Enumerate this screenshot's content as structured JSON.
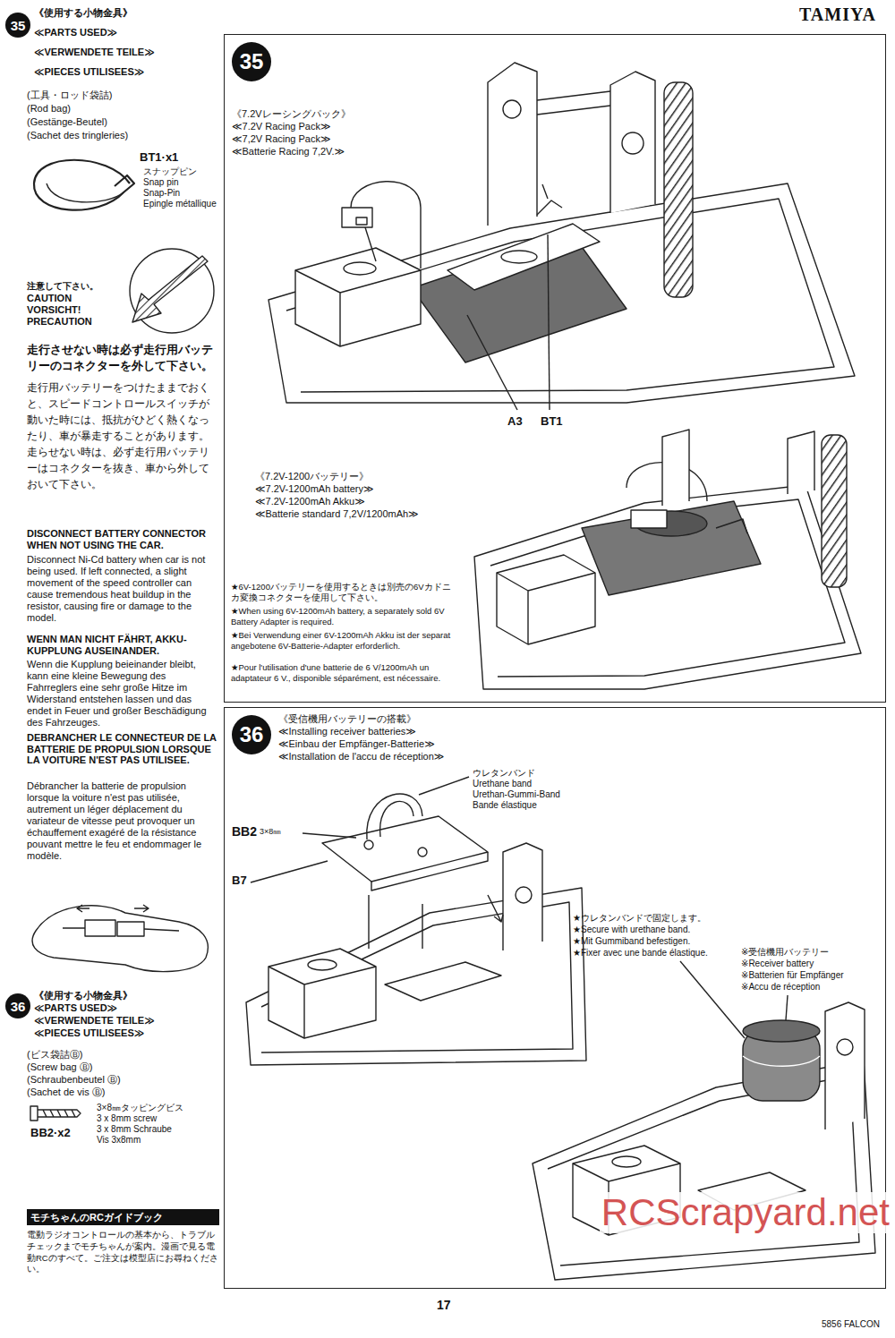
{
  "diagram": {
    "nodes": [
      {
        "text": [
          "35"
        ]
      },
      {
        "text": [
          "《7.2Vレーシングパック》",
          "≪7.2V Racing Pack≫",
          "≪7,2V Racing Pack≫",
          "≪Batterie Racing 7,2V.≫"
        ]
      },
      {
        "text": [
          "35"
        ],
        "in": 1
      },
      {
        "text": [
          "《受信機用バッテリーの搭載》",
          "≪Installing receiver batteries≫",
          "≪Einbau der Empfänger-Batterie≫",
          "≪Installation de l'accu de réception≫"
        ]
      },
      {
        "text": [
          "36"
        ],
        "in": 3
      },
      {
        "text": [
          "36"
        ]
      },
      {
        "text": [
          "モチちゃんのRCガイドブック"
        ]
      }
    ],
    "labels": [
      "《使用する小物金具》",
      "≪PARTS USED≫",
      "≪VERWENDETE TEILE≫",
      "≪PIECES UTILISEES≫",
      "(工具・ロッド袋詰)",
      "(Rod bag)",
      "(Gestänge-Beutel)",
      "(Sachet des tringleries)",
      "BT1·x1",
      "スナップピン",
      "Snap pin",
      "Snap-Pin",
      "Epingle métallique",
      "注意して下さい。",
      "CAUTION",
      "VORSICHT!",
      "PRECAUTION",
      "走行させない時は必ず走行用バッテリーのコネクターを外して下さい。",
      "走行用バッテリーをつけたままでおくと、スピードコントロールスイッチが動いた時には、抵抗がひどく熱くなったり、車が暴走することがあります。走らせない時は、必ず走行用バッテリーはコネクターを抜き、車から外しておいて下さい。",
      "DISCONNECT BATTERY CONNECTOR WHEN NOT USING THE CAR.",
      "Disconnect Ni-Cd battery when car is not being used. If left connected, a slight movement of the speed controller can cause tremendous heat buildup in the resistor, causing fire or damage to the model.",
      "WENN MAN NICHT FÄHRT, AKKU-KUPPLUNG AUSEINANDER.",
      "Wenn die Kupplung beieinander bleibt, kann eine kleine Bewegung des Fahrreglers eine sehr große Hitze im Widerstand entstehen lassen und das endet in Feuer und großer Beschädigung des Fahrzeuges.",
      "DEBRANCHER LE CONNECTEUR DE LA BATTERIE DE PROPULSION LORSQUE LA VOITURE N'EST PAS UTILISEE.",
      "Débrancher la batterie de propulsion lorsque la voiture n'est pas utilisée, autrement un léger déplacement du variateur de vitesse peut provoquer un échauffement exagéré de la résistance pouvant mettre le feu et endommager le modèle.",
      "《使用する小物金具》",
      "≪PARTS USED≫",
      "≪VERWENDETE TEILE≫",
      "≪PIECES UTILISEES≫",
      "(ビス袋詰Ⓑ)",
      "(Screw bag Ⓑ)",
      "(Schraubenbeutel Ⓑ)",
      "(Sachet de vis Ⓑ)",
      "3×8㎜タッピングビス",
      "3 x 8mm screw",
      "3 x 8mm Schraube",
      "Vis 3x8mm",
      "BB2·x2",
      "電動ラジオコントロールの基本から、トラブルチェックまでモチちゃんが案内。漫画で見る電動RCのすべて。ご注文は模型店にお尋ねください。",
      "A3",
      "BT1",
      "《7.2V-1200バッテリー》",
      "≪7.2V-1200mAh battery≫",
      "≪7.2V-1200mAh Akku≫",
      "≪Batterie standard 7,2V/1200mAh≫",
      "★6V-1200バッテリーを使用するときは別売の6Vカドニカ変換コネクターを使用して下さい。",
      "★When using 6V-1200mAh battery, a separately sold 6V Battery Adapter is required.",
      "★Bei Verwendung einer 6V-1200mAh Akku ist der separat angebotene 6V-Batterie-Adapter erforderlich.",
      "★Pour l'utilisation d'une batterie de 6 V/1200mAh un adaptateur 6 V., disponible séparément, est nécessaire.",
      "ウレタンバンド",
      "Urethane band",
      "Urethan-Gummi-Band",
      "Bande élastique",
      "BB2",
      "3×8㎜",
      "B7",
      "★ウレタンバンドで固定します。",
      "★Secure with urethane band.",
      "★Mit Gummiband befestigen.",
      "★Fixer avec une bande élastique.",
      "※受信機用バッテリー",
      "※Receiver battery",
      "※Batterien für Empfänger",
      "※Accu de réception",
      "TAMIYA",
      "17",
      "5856 FALCON",
      "RCScrapyard.net"
    ]
  }
}
